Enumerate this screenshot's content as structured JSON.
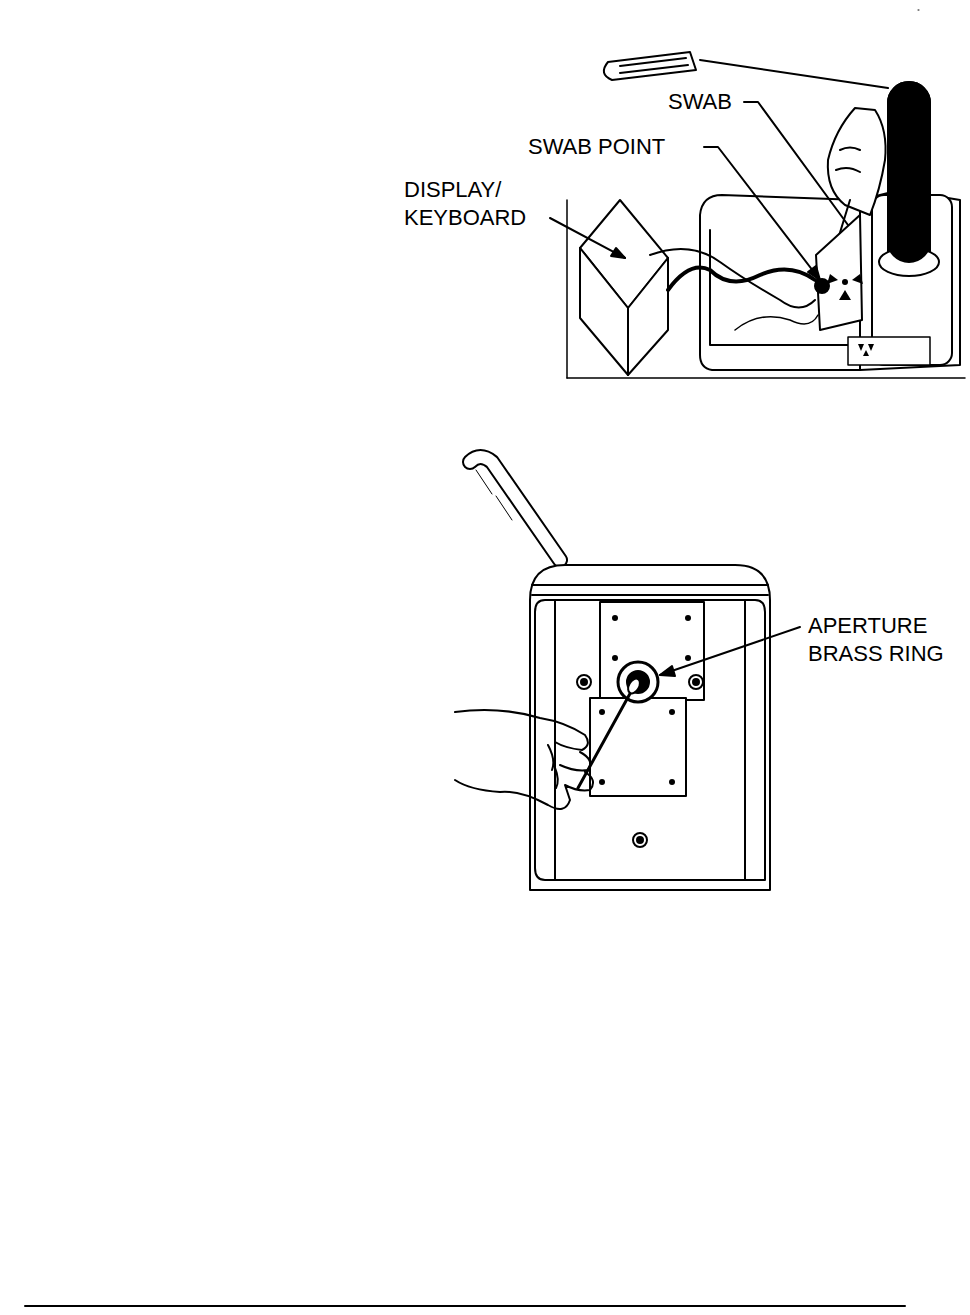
{
  "diagram": {
    "labels": [
      "SWAB",
      "SWAB POINT",
      "DISPLAY/ KEYBOARD",
      "APERTURE BRASS RING"
    ]
  }
}
